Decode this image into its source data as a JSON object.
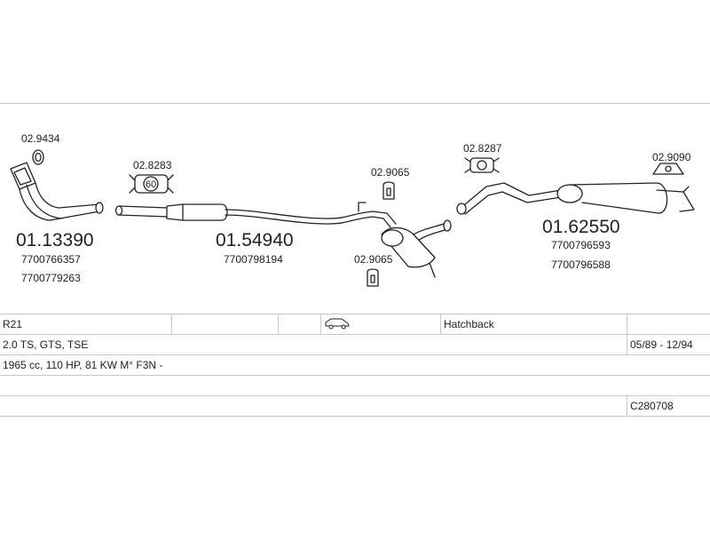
{
  "parts": [
    {
      "number": "01.13390",
      "refs": [
        "7700766357",
        "7700779263"
      ]
    },
    {
      "number": "01.54940",
      "refs": [
        "7700798194"
      ]
    },
    {
      "number": "01.62550",
      "refs": [
        "7700796593",
        "7700796588"
      ]
    }
  ],
  "accessories": [
    "02.9434",
    "02.8283",
    "02.9065",
    "02.9065",
    "02.8287",
    "02.9090"
  ],
  "clamp_badge": "60",
  "vehicle": {
    "model": "R21",
    "body_type": "Hatchback",
    "engine_variants": "2.0 TS, GTS, TSE",
    "production_period": "05/89 - 12/94",
    "engine_spec": "1965 cc, 110 HP, 81 KW M° F3N -",
    "catalog_code": "C280708"
  },
  "icons": {
    "body_type": "car-hatchback-icon"
  },
  "colors": {
    "line": "#222222",
    "text": "#222222",
    "rule": "#c8c8c8"
  }
}
